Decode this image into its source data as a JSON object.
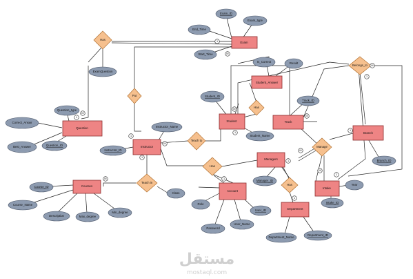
{
  "entities": {
    "exam": "Exam",
    "student_answer": "Student_Answer",
    "question": "Question",
    "student": "Student",
    "track": "Track",
    "instructor": "Instructor",
    "branch": "Branch",
    "managers": "Managers",
    "courses": "Courses",
    "account": "Account",
    "intake": "Intake",
    "department": "Department"
  },
  "relationships": {
    "has_exam": "Has",
    "put": "Put",
    "has_answer": "Has",
    "teach_to_student": "Teach to",
    "has_account": "Has",
    "teach_in": "Teach in",
    "belongs_to": "Belongs_to",
    "manage": "Manage",
    "has_department": "Has"
  },
  "attributes": {
    "exam_id": "Exam_ID",
    "exam_type": "Exam_type",
    "end_time": "End_Time",
    "start_time": "Start_Time",
    "exam_question": "ExamQuestion",
    "is_correct": "Is_Correct",
    "result": "Result",
    "question_type": "Question_type",
    "correct_answer": "Correct_Answr",
    "best_answer": "Best_Answer",
    "question_id": "Question_ID",
    "student_id": "Student_ID",
    "student_name": "Student_Name",
    "track_id": "Track_ID",
    "instructor_name": "Instructor_Name",
    "instructor_id": "Instructor_ID",
    "branch_id": "Branch_ID",
    "manager_id": "Manager_ID",
    "course_id": "Course_ID",
    "course_name": "Course_Name",
    "description": "Description",
    "max_degree": "Max_degree",
    "min_degree": "Min_degree",
    "class": "Class",
    "role": "Role",
    "password": "Password",
    "user_name": "User_Name",
    "user_id": "User_ID",
    "year": "Year",
    "intake_id": "Intake_ID",
    "department_name": "Department_Name",
    "department_id": "Department_ID"
  },
  "cardinality": {
    "one": "1",
    "many": "M"
  },
  "watermark": {
    "arabic": "مستقل",
    "latin": "mostaql.com"
  }
}
